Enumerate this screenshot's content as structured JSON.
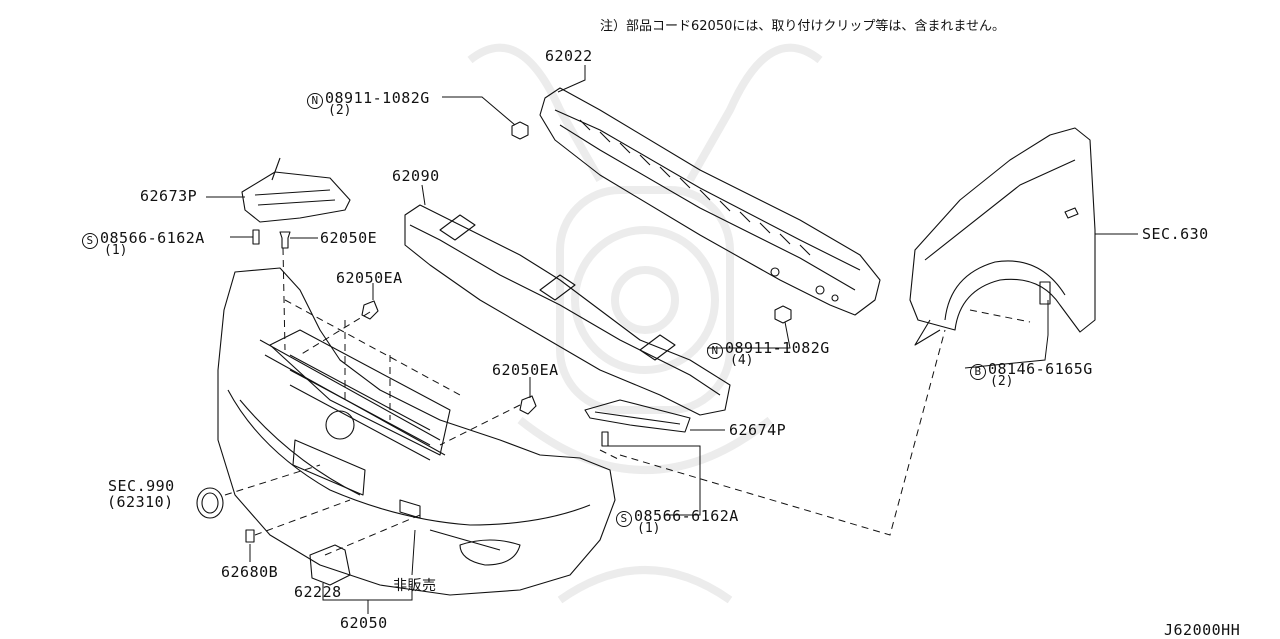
{
  "note": "注）部品コード62050には、取り付けクリップ等は、含まれません。",
  "diagram_code": "J62000HH",
  "not_for_sale": "非販売",
  "parts": {
    "p62022": "62022",
    "p08911_top": "08911-1082G",
    "p08911_top_qty": "(2)",
    "p62090": "62090",
    "p62673P": "62673P",
    "p08566_left": "08566-6162A",
    "p08566_left_qty": "(1)",
    "p62050E": "62050E",
    "p62050EA_top": "62050EA",
    "p62050EA_mid": "62050EA",
    "p08911_bot": "08911-1082G",
    "p08911_bot_qty": "(4)",
    "sec630": "SEC.630",
    "p08146": "08146-6165G",
    "p08146_qty": "(2)",
    "p62674P": "62674P",
    "sec990": "SEC.990",
    "p62310": "(62310)",
    "p08566_right": "08566-6162A",
    "p08566_right_qty": "(1)",
    "p62680B": "62680B",
    "p62228": "62228",
    "p62050": "62050"
  },
  "symbols": {
    "n": "N",
    "s": "S",
    "b": "B"
  }
}
